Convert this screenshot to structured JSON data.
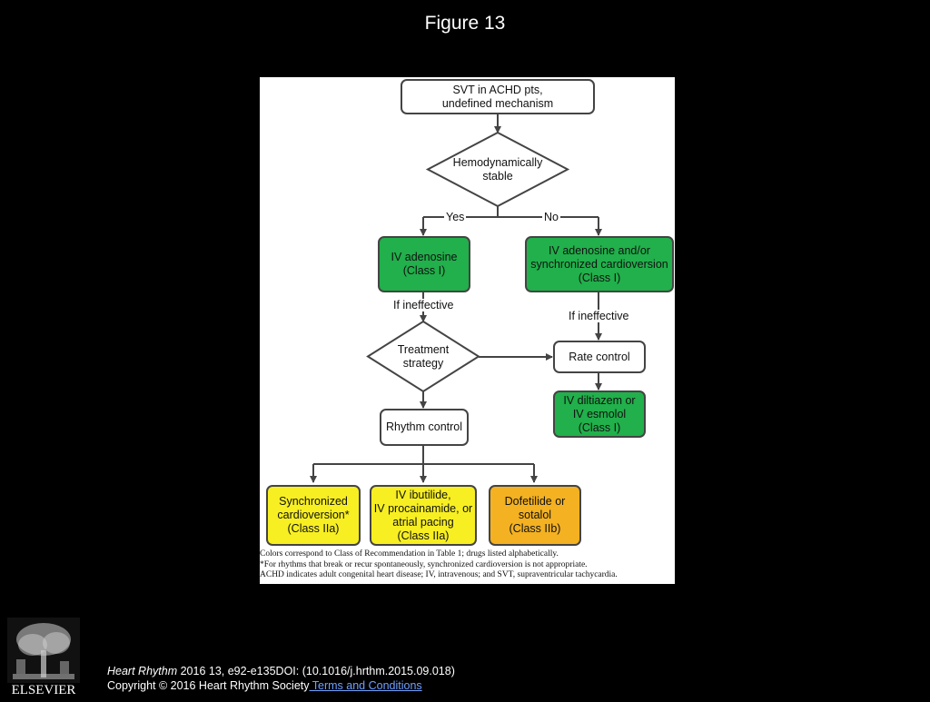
{
  "slide": {
    "title": "Figure 13"
  },
  "flowchart": {
    "start": [
      "SVT in ACHD pts,",
      "undefined mechanism"
    ],
    "decision_stable": [
      "Hemodynamically",
      "stable"
    ],
    "yes_label": "Yes",
    "no_label": "No",
    "adenosine": [
      "IV adenosine",
      "(Class I)"
    ],
    "adenosine_cardioversion": [
      "IV adenosine and/or",
      "synchronized cardioversion",
      "(Class I)"
    ],
    "if_ineffective_left": "If ineffective",
    "if_ineffective_right": "If ineffective",
    "decision_strategy": [
      "Treatment",
      "strategy"
    ],
    "rate_control": [
      "Rate control"
    ],
    "rate_drugs": [
      "IV diltiazem or",
      "IV esmolol",
      "(Class I)"
    ],
    "rhythm_control": [
      "Rhythm control"
    ],
    "sync_cardioversion": [
      "Synchronized",
      "cardioversion*",
      "(Class IIa)"
    ],
    "ibutilide": [
      "IV ibutilide,",
      "IV procainamide, or",
      "atrial pacing",
      "(Class IIa)"
    ],
    "dofetilide": [
      "Dofetilide or",
      "sotalol",
      "(Class IIb)"
    ]
  },
  "caption": {
    "line1": "Colors correspond to Class of Recommendation in Table 1; drugs listed alphabetically.",
    "line2": "*For rhythms that break or recur spontaneously, synchronized cardioversion is not appropriate.",
    "line3": "ACHD indicates adult congenital heart disease; IV, intravenous; and SVT, supraventricular tachycardia."
  },
  "colors": {
    "class_I": "#21b04b",
    "class_IIa": "#f7ef22",
    "class_IIb": "#f4b121"
  },
  "footer": {
    "journal": "Heart Rhythm",
    "citation": " 2016 13, e92-e135DOI: (10.1016/j.hrthm.2015.09.018)",
    "copyright": "Copyright © 2016 Heart Rhythm Society",
    "terms_link": " Terms and Conditions",
    "logo_text": "ELSEVIER"
  }
}
